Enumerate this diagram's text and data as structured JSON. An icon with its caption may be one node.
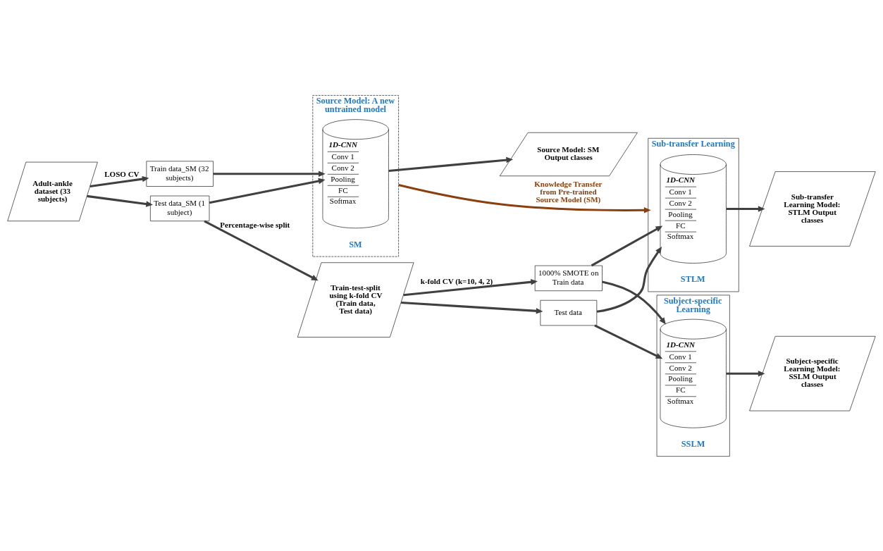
{
  "diagram": {
    "nodes": [
      {
        "text": [
          "Adult-ankle dataset (33 subjects)"
        ]
      },
      {
        "text": [
          "Train data_SM (32 subjects)"
        ]
      },
      {
        "text": [
          "Test data_SM (1 subject)"
        ]
      },
      {
        "text": [
          "Source Model: A new untrained model",
          "SM"
        ]
      },
      {
        "text": [
          "1D-CNN",
          "Conv 1",
          "Conv 2",
          "Pooling",
          "FC",
          "Softmax"
        ],
        "in": 3
      },
      {
        "text": [
          "Source Model: SM Output classes"
        ]
      },
      {
        "text": [
          "Train-test-split using k-fold CV (Train data, Test data)"
        ]
      },
      {
        "text": [
          "1000% SMOTE on Train data"
        ]
      },
      {
        "text": [
          "Test data"
        ]
      },
      {
        "text": [
          "Sub-transfer Learning",
          "STLM"
        ]
      },
      {
        "text": [
          "1D-CNN",
          "Conv 1",
          "Conv 2",
          "Pooling",
          "FC",
          "Softmax"
        ],
        "in": 9
      },
      {
        "text": [
          "Sub-transfer Learning Model: STLM Output classes"
        ]
      },
      {
        "text": [
          "Subject-specific Learning",
          "SSLM"
        ]
      },
      {
        "text": [
          "1D-CNN",
          "Conv 1",
          "Conv 2",
          "Pooling",
          "FC",
          "Softmax"
        ],
        "in": 12
      },
      {
        "text": [
          "Subject-specific Learning Model: SSLM Output classes"
        ]
      }
    ],
    "edges": [
      {
        "from": 0,
        "to": 1,
        "arrow": "to",
        "label": "LOSO CV"
      },
      {
        "from": 0,
        "to": 2,
        "arrow": "to"
      },
      {
        "from": 1,
        "to": 4,
        "arrow": "to"
      },
      {
        "from": 2,
        "to": 4,
        "arrow": "to"
      },
      {
        "from": 4,
        "to": 5,
        "arrow": "to"
      },
      {
        "from": 3,
        "to": 9,
        "arrow": "to",
        "label": "Knowledge Transfer from Pre-trained  Source Model (SM)",
        "color": "#8b3f0f"
      },
      {
        "from": 2,
        "to": 6,
        "arrow": "to",
        "label": "Percentage-wise split"
      },
      {
        "from": 6,
        "to": 7,
        "arrow": "to",
        "label": "k-fold CV (k=10, 4, 2)"
      },
      {
        "from": 6,
        "to": 8,
        "arrow": "to"
      },
      {
        "from": 7,
        "to": 10,
        "arrow": "to"
      },
      {
        "from": 8,
        "to": 10,
        "arrow": "to"
      },
      {
        "from": 7,
        "to": 13,
        "arrow": "to"
      },
      {
        "from": 8,
        "to": 13,
        "arrow": "to"
      },
      {
        "from": 10,
        "to": 11,
        "arrow": "to"
      },
      {
        "from": 13,
        "to": 14,
        "arrow": "to"
      }
    ]
  }
}
